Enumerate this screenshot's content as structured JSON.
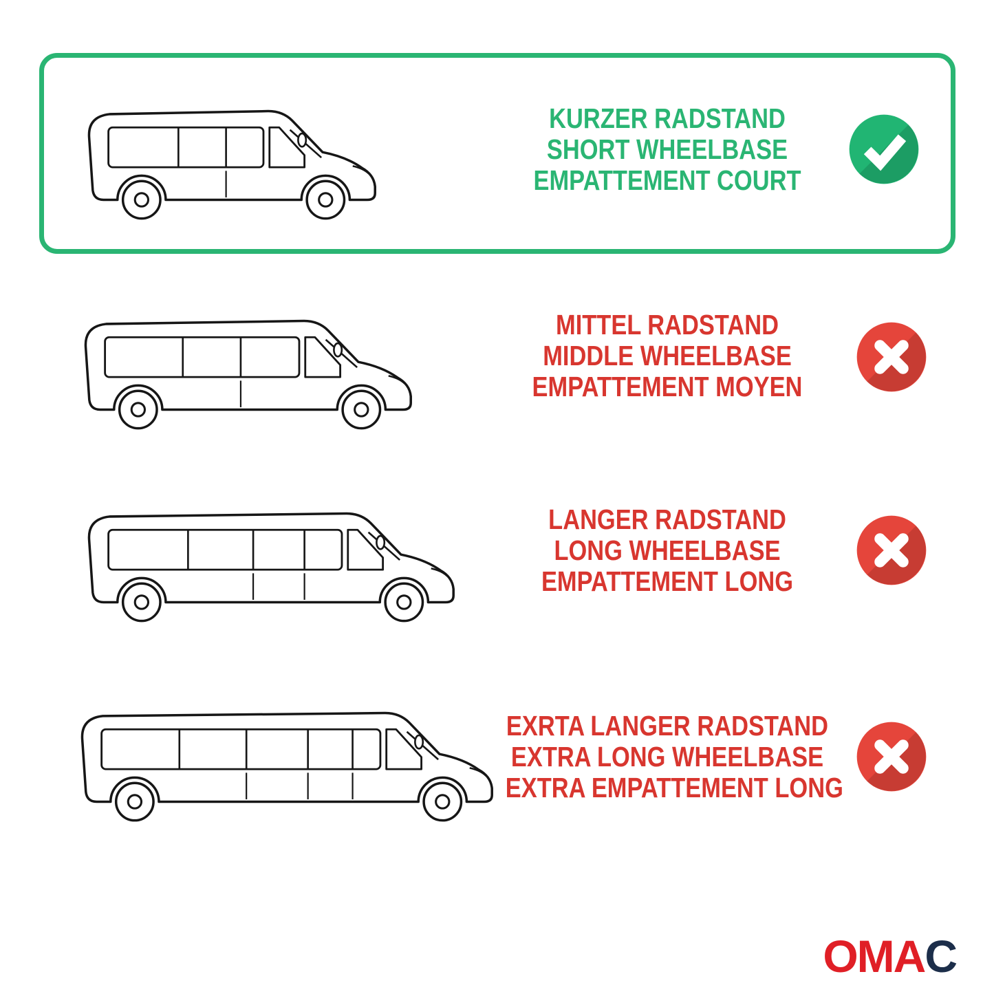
{
  "rows": [
    {
      "id": "short-wheelbase",
      "highlighted": true,
      "status": "check",
      "van": "short-wheelbase-van",
      "lines": [
        "KURZER RADSTAND",
        "SHORT WHEELBASE",
        "EMPATTEMENT COURT"
      ]
    },
    {
      "id": "middle-wheelbase",
      "highlighted": false,
      "status": "cross",
      "van": "middle-wheelbase-van",
      "lines": [
        "MITTEL RADSTAND",
        "MIDDLE WHEELBASE",
        "EMPATTEMENT MOYEN"
      ]
    },
    {
      "id": "long-wheelbase",
      "highlighted": false,
      "status": "cross",
      "van": "long-wheelbase-van",
      "lines": [
        "LANGER RADSTAND",
        "LONG WHEELBASE",
        "EMPATTEMENT LONG"
      ]
    },
    {
      "id": "extra-long-wheelbase",
      "highlighted": false,
      "status": "cross",
      "van": "extra-long-wheelbase-van",
      "lines": [
        "EXRTA LANGER RADSTAND",
        "EXTRA LONG WHEELBASE",
        "EXTRA EMPATTEMENT LONG"
      ]
    }
  ],
  "icons": {
    "check": "check-icon",
    "cross": "cross-icon"
  },
  "colors": {
    "green": "#2ab573",
    "red": "#d8362f",
    "icon_green": "#21b573",
    "icon_red": "#e5453b",
    "logo_red": "#e01f26",
    "logo_navy": "#1c2e4a"
  },
  "logo": {
    "part1": "OMA",
    "part2": "C"
  }
}
